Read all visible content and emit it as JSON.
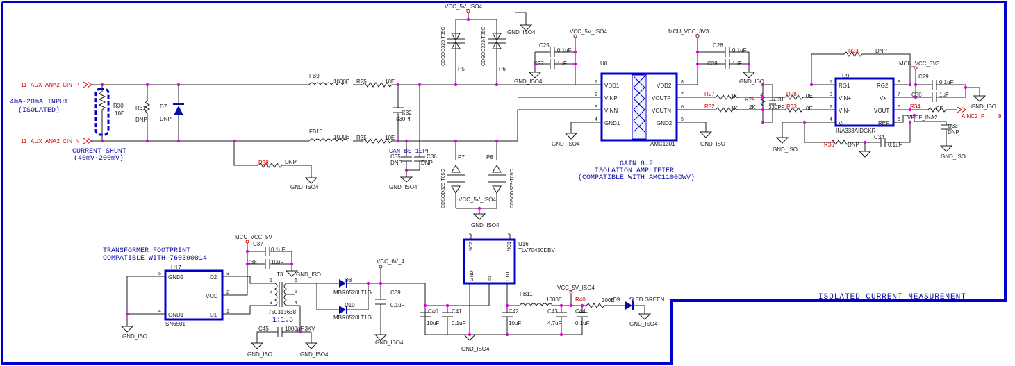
{
  "sheet": {
    "title": "ISOLATED CURRENT MEASUREMENT",
    "input_label_1": "4mA-20mA INPUT",
    "input_label_2": "(ISOLATED)",
    "shunt_label_1": "CURRENT SHUNT",
    "shunt_label_2": "(40mV-200mV)",
    "gain_label": "GAIN 8.2",
    "iso_label": "ISOLATION AMPLIFIER",
    "compat_label": "(COMPATIBLE WITH AMC1100DWV)",
    "xfmr_label_1": "TRANSFORMER FOOTPRINT",
    "xfmr_label_2": "COMPATIBLE WITH 760390014",
    "can_be_label": "CAN BE 10PF"
  },
  "nets": {
    "cin_p": "AUX_ANA2_CIN_P",
    "cin_n": "AUX_ANA2_CIN_N",
    "port_num_p": "11",
    "port_num_n": "11",
    "ainc": "AINC2_P",
    "ainc_num": "9",
    "vcc5_iso": "VCC_5V_ISO4",
    "vcc6_iso": "VCC_6V_4",
    "mcu3v3": "MCU_VCC_3V3",
    "mcu5v": "MCU_VCC_5V",
    "gnd_iso4": "GND_ISO4",
    "gnd_iso": "GND_ISO",
    "vref": "VREF_INA2"
  },
  "parts": {
    "u8": {
      "ref": "U8",
      "name": "AMC1301",
      "pins": {
        "p1": "VDD1",
        "p2": "VINP",
        "p3": "VINN",
        "p4": "GND1",
        "p8": "VDD2",
        "p7": "VOUTP",
        "p6": "VOUTN",
        "p5": "GND2"
      }
    },
    "u9": {
      "ref": "U9",
      "name": "INA333AIDGKR",
      "pins": {
        "p1": "RG1",
        "p3": "VIN+",
        "p2": "VIN-",
        "p4": "V-",
        "p8": "RG2",
        "p7": "V+",
        "p6": "VOUT",
        "p5": "REF"
      }
    },
    "u16": {
      "ref": "U16",
      "name": "TLV70450DBV",
      "pins": {
        "nc2": "NC2",
        "nc1": "NC1",
        "gnd": "GND",
        "in": "IN",
        "out": "OUT"
      }
    },
    "u17": {
      "ref": "U17",
      "name": "SN6501",
      "pins": {
        "gnd2": "GND2",
        "vcc": "VCC",
        "gnd1": "GND1",
        "d2": "D2",
        "d1": "D1"
      }
    },
    "t3": {
      "ref": "T3",
      "name": "750313638",
      "ratio": "1:1.3"
    },
    "d7": {
      "ref": "D7",
      "val": "DNP"
    },
    "d8": {
      "ref": "D8",
      "val": "MBR0520LT1G"
    },
    "d10": {
      "ref": "D10",
      "val": "MBR0520LT1G"
    },
    "d9": {
      "ref": "D9",
      "val": "LED GREEN"
    },
    "p5": {
      "ref": "P5",
      "val": "CDSOD323-T05C"
    },
    "p6": {
      "ref": "P6",
      "val": "CDSOD323-T05C"
    },
    "p7": {
      "ref": "P7",
      "val": "CDSOD323-T05C"
    },
    "p8": {
      "ref": "P8",
      "val": "CDSOD323-T05C"
    },
    "r30": {
      "ref": "R30",
      "val": "10E"
    },
    "r31": {
      "ref": "R31",
      "val": "DNP"
    },
    "r38": {
      "ref": "R38",
      "val": "DNP"
    },
    "r25": {
      "ref": "R25",
      "val": "10E"
    },
    "r35": {
      "ref": "R35",
      "val": "10E"
    },
    "r27": {
      "ref": "R27",
      "val": "1K"
    },
    "r32": {
      "ref": "R32",
      "val": "1K"
    },
    "r29": {
      "ref": "R29",
      "val": "2K"
    },
    "r28": {
      "ref": "R28",
      "val": "0E"
    },
    "r33": {
      "ref": "R33",
      "val": "0E"
    },
    "r23": {
      "ref": "R23",
      "val": "DNP"
    },
    "r34": {
      "ref": "R34",
      "val": "0E"
    },
    "r36": {
      "ref": "R36",
      "val": "DNP"
    },
    "r40": {
      "ref": "R40",
      "val": "200E"
    },
    "fb9": {
      "ref": "FB9",
      "val": "1000E"
    },
    "fb10": {
      "ref": "FB10",
      "val": "1000E"
    },
    "fb11": {
      "ref": "FB11",
      "val": "1000E"
    },
    "c25": {
      "ref": "C25",
      "val": "0.1uF"
    },
    "c27": {
      "ref": "C27",
      "val": "1uF"
    },
    "c26": {
      "ref": "C26",
      "val": "0.1uF"
    },
    "c28": {
      "ref": "C28",
      "val": "1uF"
    },
    "c32": {
      "ref": "C32",
      "val": "330PF"
    },
    "c35": {
      "ref": "C35",
      "val": "DNP"
    },
    "c36": {
      "ref": "C36",
      "val": "DNP"
    },
    "c31": {
      "ref": "C31",
      "val": "330PF"
    },
    "c29": {
      "ref": "C29",
      "val": "0.1uF"
    },
    "c30": {
      "ref": "C30",
      "val": "1uF"
    },
    "c33": {
      "ref": "C33",
      "val": "DNP"
    },
    "c34": {
      "ref": "C34",
      "val": "0.1uF"
    },
    "c37": {
      "ref": "C37",
      "val": "0.1uF"
    },
    "c38": {
      "ref": "C38",
      "val": "10uF"
    },
    "c39": {
      "ref": "C39",
      "val": "0.1uF"
    },
    "c40": {
      "ref": "C40",
      "val": "10uF"
    },
    "c41": {
      "ref": "C41",
      "val": "0.1uF"
    },
    "c42": {
      "ref": "C42",
      "val": "10uF"
    },
    "c43": {
      "ref": "C43",
      "val": "4.7uF"
    },
    "c44": {
      "ref": "C44",
      "val": "0.1uF"
    },
    "c45": {
      "ref": "C45",
      "val": "1000pF,3KV"
    }
  },
  "pin_numbers": [
    "1",
    "2",
    "3",
    "4",
    "5",
    "6",
    "7",
    "8"
  ],
  "colors": {
    "wire": "#1c1c1c",
    "frame": "#0000cc",
    "net_red": "#cc0000",
    "junction": "#e000e0"
  }
}
